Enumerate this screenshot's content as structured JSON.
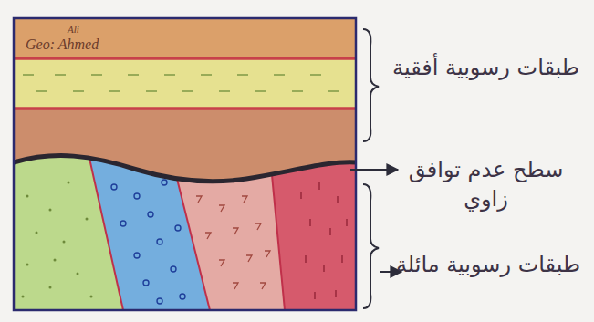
{
  "diagram": {
    "labels": [
      "Geo: Ahmed",
      "Ali",
      "طبقات رسوبية أفقية",
      "سطح عدم توافق زاوي",
      "طبقات رسوبية مائلة"
    ]
  }
}
